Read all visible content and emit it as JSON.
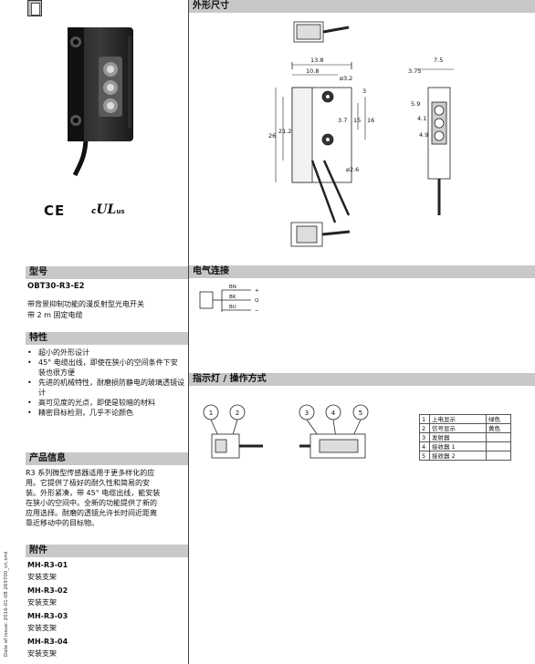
{
  "left": {
    "cert_ce": "CE",
    "cert_c": "c",
    "cert_ul": "UL",
    "cert_us": "us",
    "model": {
      "header": "型号",
      "code": "OBT30-R3-E2",
      "desc_line1": "带背景抑制功能的漫反射型光电开关",
      "desc_line2": "带 2 m 固定电缆"
    },
    "features": {
      "header": "特性",
      "items": [
        "超小的外形设计",
        "45° 电缆出线，即使在狭小的空间条件下安装也很方便",
        "先进的机械特性，耐磨损防静电的玻璃透镜设计",
        "高可见度的光点，即使是较暗的材料",
        "精密目标检测，几乎不论颜色"
      ]
    },
    "product_info": {
      "header": "产品信息",
      "lines": [
        "R3 系列微型传感器适用于更多样化的应",
        "用。它提供了极好的耐久性和简易的安",
        "装。外形紧凑，带 45° 电缆出线，能安装",
        "在狭小的空间中。全新的功能提供了新的",
        "应用选择。耐磨的透镜允许长时间近距离",
        "靠近移动中的目标物。"
      ]
    },
    "accessories": {
      "header": "附件",
      "items": [
        {
          "code": "MH-R3-01",
          "desc": "安装支架"
        },
        {
          "code": "MH-R3-02",
          "desc": "安装支架"
        },
        {
          "code": "MH-R3-03",
          "desc": "安装支架"
        },
        {
          "code": "MH-R3-04",
          "desc": "安装支架"
        }
      ]
    },
    "side_text": "Date of issue: 2016-01-08   269700_cn.xml"
  },
  "right": {
    "dimensions": {
      "header": "外形尺寸",
      "dims": {
        "d13_8": "13.8",
        "d10_8": "10.8",
        "d3_2": "ø3.2",
        "d3": "3",
        "d26": "26",
        "d21_2": "21.2",
        "d3_7": "3.7",
        "d15": "15",
        "d16": "16",
        "d2_6": "ø2.6",
        "d7_5": "7.5",
        "d3_75": "3.75",
        "d5_9": "5.9",
        "d4_1": "4.1",
        "d4_9": "4.9"
      }
    },
    "electrical": {
      "header": "电气连接",
      "bn": "BN",
      "bk": "BK",
      "bu": "BU",
      "plus": "+",
      "q": "Q",
      "minus": "−"
    },
    "indicators": {
      "header": "指示灯 / 操作方式",
      "callouts": [
        "1",
        "2",
        "3",
        "4",
        "5"
      ],
      "table": [
        {
          "num": "1",
          "label": "上电显示",
          "color": "绿色"
        },
        {
          "num": "2",
          "label": "信号显示",
          "color": "黄色"
        },
        {
          "num": "3",
          "label": "发射器",
          "color": ""
        },
        {
          "num": "4",
          "label": "接收器 1",
          "color": ""
        },
        {
          "num": "5",
          "label": "接收器 2",
          "color": ""
        }
      ]
    }
  }
}
